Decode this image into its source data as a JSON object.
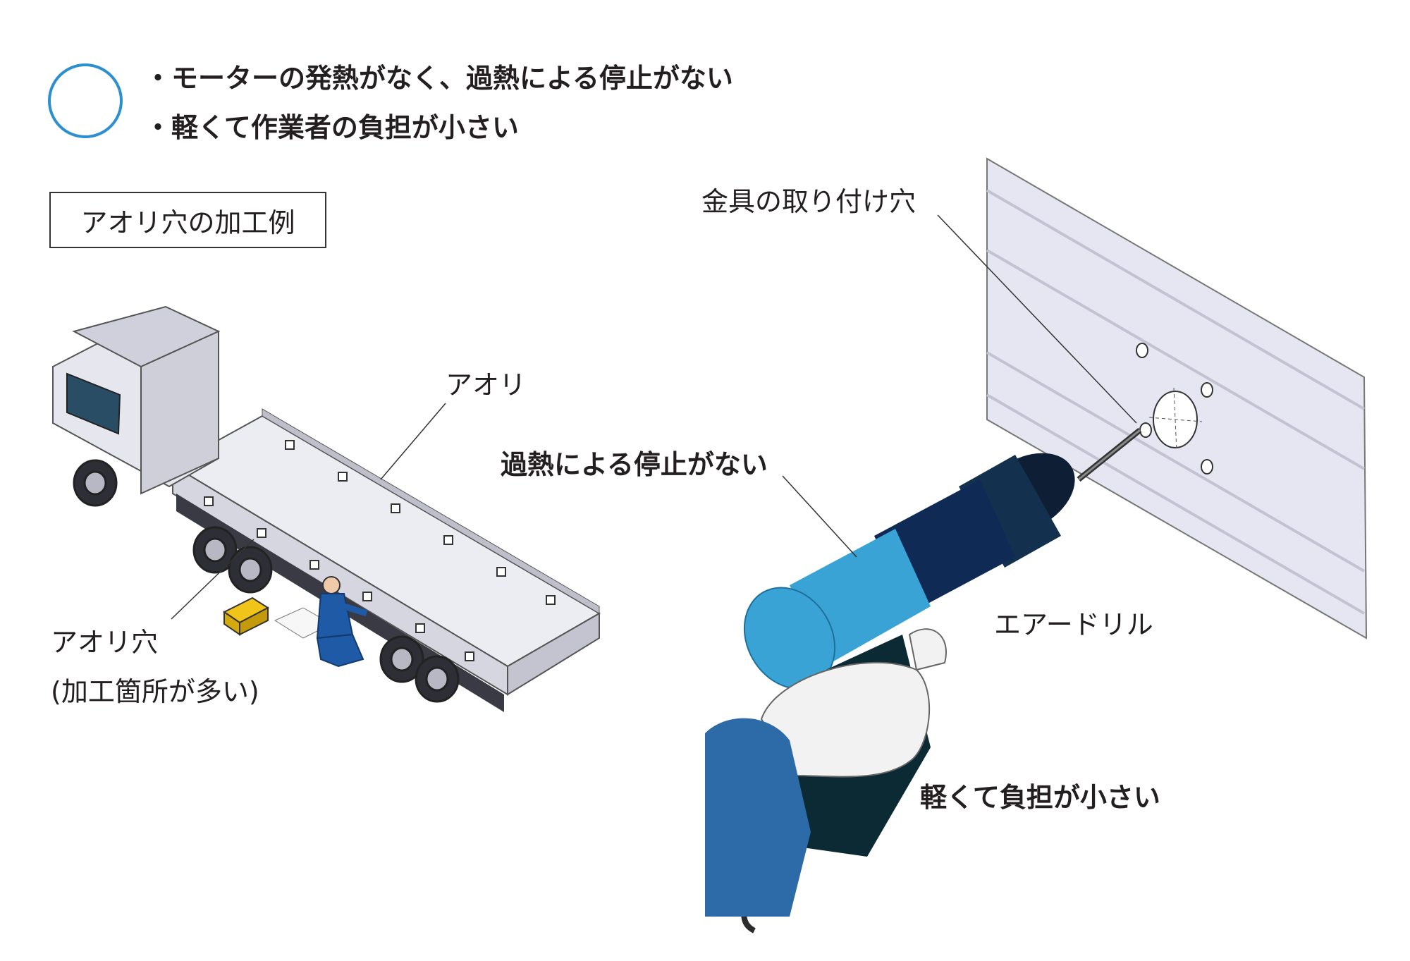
{
  "legend": {
    "bullet_1": "・モーターの発熱がなく、過熱による停止がない",
    "bullet_2": "・軽くて作業者の負担が小さい",
    "circle_color": "#2b8fd0"
  },
  "section_title": "アオリ穴の加工例",
  "labels": {
    "aori": "アオリ",
    "aori_hole": "アオリ穴",
    "aori_hole_note": "(加工箇所が多い)",
    "mount_hole": "金具の取り付け穴",
    "no_overheat_stop": "過熱による停止がない",
    "air_drill": "エアードリル",
    "light_low_burden": "軽くて負担が小さい"
  },
  "colors": {
    "drill_body": "#3aa3d6",
    "drill_dark": "#0f2a55",
    "glove": "#f2f2f2",
    "sleeve": "#2d6aa8",
    "panel": "#e6e6f2",
    "truck": "#dcdce6"
  }
}
